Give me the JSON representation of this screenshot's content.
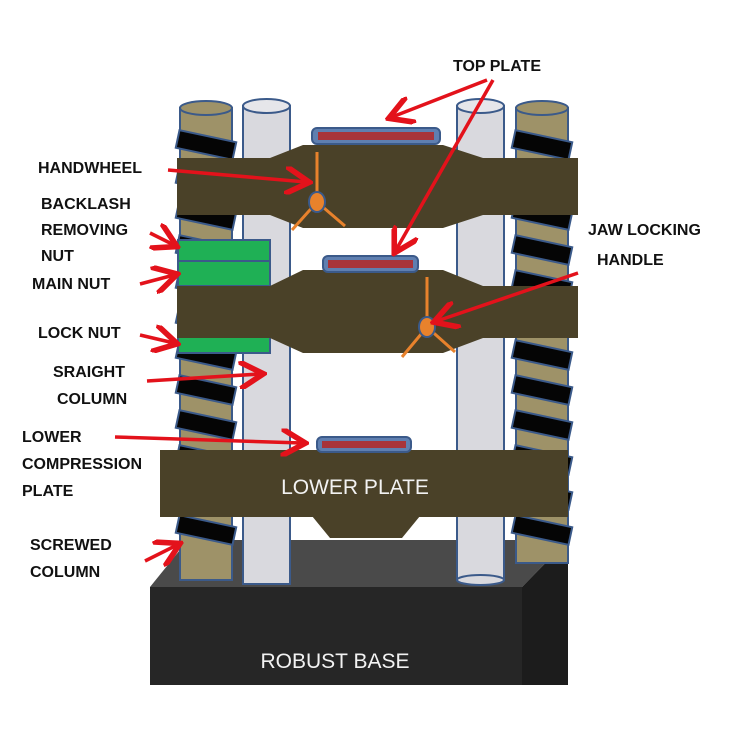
{
  "labels": {
    "top_plate": "TOP PLATE",
    "handwheel": "HANDWHEEL",
    "backlash_removing_nut": [
      "BACKLASH",
      "REMOVING",
      "NUT"
    ],
    "main_nut": "MAIN NUT",
    "lock_nut": "LOCK NUT",
    "straight_column": [
      "SRAIGHT",
      "COLUMN"
    ],
    "lower_compression_plate": [
      "LOWER",
      "COMPRESSION",
      "PLATE"
    ],
    "screwed_column": [
      "SCREWED",
      "COLUMN"
    ],
    "jaw_locking_handle": [
      "JAW LOCKING",
      "HANDLE"
    ],
    "lower_plate": "LOWER PLATE",
    "robust_base": "ROBUST BASE"
  },
  "colors": {
    "arrow": "#e3121b",
    "crosshead": "#4a4128",
    "screwed_column": "#9e9268",
    "straight_column": "#d9d9de",
    "nut": "#1fb055",
    "plate": "#a8343a",
    "handle": "#e8822c",
    "base": "#262626"
  }
}
